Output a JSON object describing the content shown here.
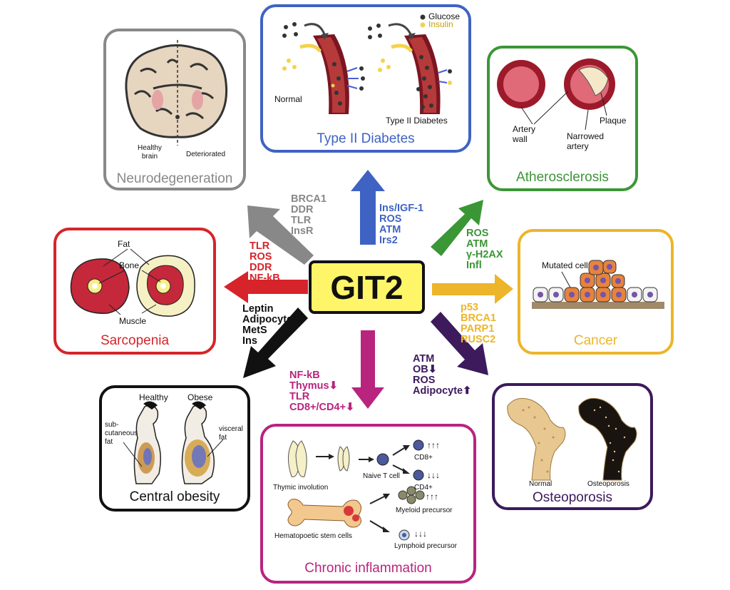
{
  "center": {
    "label": "GIT2"
  },
  "colors": {
    "diabetes": "#3f63c3",
    "neuro": "#7a7a7a",
    "athero": "#3b9636",
    "sarcopenia": "#d6242a",
    "cancer": "#ecb52a",
    "obesity": "#111111",
    "inflammation": "#b8247e",
    "osteoporosis": "#3c1a5c"
  },
  "panels": {
    "diabetes": {
      "title": "Type II Diabetes",
      "labels": {
        "normal": "Normal",
        "diabetic": "Type II Diabetes"
      },
      "legend": {
        "glucose": "Glucose",
        "insulin": "Insulin"
      }
    },
    "neuro": {
      "title": "Neurodegeneration",
      "labels": {
        "healthy_line1": "Healthy",
        "healthy_line2": "brain",
        "deteriorated": "Deteriorated"
      }
    },
    "athero": {
      "title": "Atherosclerosis",
      "labels": {
        "wall_line1": "Artery",
        "wall_line2": "wall",
        "narrowed_line1": "Narrowed",
        "narrowed_line2": "artery",
        "plaque": "Plaque"
      }
    },
    "sarcopenia": {
      "title": "Sarcopenia",
      "labels": {
        "fat": "Fat",
        "bone": "Bone",
        "muscle": "Muscle"
      }
    },
    "cancer": {
      "title": "Cancer",
      "labels": {
        "mutated": "Mutated cell"
      }
    },
    "obesity": {
      "title": "Central obesity",
      "labels": {
        "healthy": "Healthy",
        "obese": "Obese",
        "sub1": "sub-",
        "sub2": "cutaneous",
        "sub3": "fat",
        "vis1": "visceral",
        "vis2": "fat"
      }
    },
    "inflammation": {
      "title": "Chronic inflammation",
      "labels": {
        "thymic": "Thymic involution",
        "naive": "Naive T cell",
        "cd8": "CD8+",
        "cd4": "CD4+",
        "up": "↑↑↑",
        "down": "↓↓↓",
        "hsc": "Hematopoetic stem cells",
        "myeloid": "Myeloid precursor",
        "lymphoid": "Lymphoid precursor"
      }
    },
    "osteoporosis": {
      "title": "Osteoporosis",
      "labels": {
        "normal": "Normal",
        "osteo": "Osteoporosis"
      }
    }
  },
  "factors": {
    "diabetes": [
      "Ins/IGF-1",
      "ROS",
      "ATM",
      "Irs2"
    ],
    "neuro": [
      "BRCA1",
      "DDR",
      "TLR",
      "InsR"
    ],
    "athero": [
      "ROS",
      "ATM",
      "γ-H2AX",
      "Infl"
    ],
    "sarcopenia": [
      "TLR",
      "ROS",
      "DDR",
      "NF-kB"
    ],
    "obesity": [
      "Leptin",
      "Adipocyte⬆",
      "MetS",
      "Ins"
    ],
    "cancer": [
      "p53",
      "BRCA1",
      "PARP1",
      "RUSC2"
    ],
    "inflammation": [
      "NF-kB",
      "Thymus⬇",
      "TLR",
      "CD8+/CD4+⬇"
    ],
    "osteoporosis": [
      "ATM",
      "OB⬇",
      "ROS",
      "Adipocyte⬆"
    ]
  }
}
